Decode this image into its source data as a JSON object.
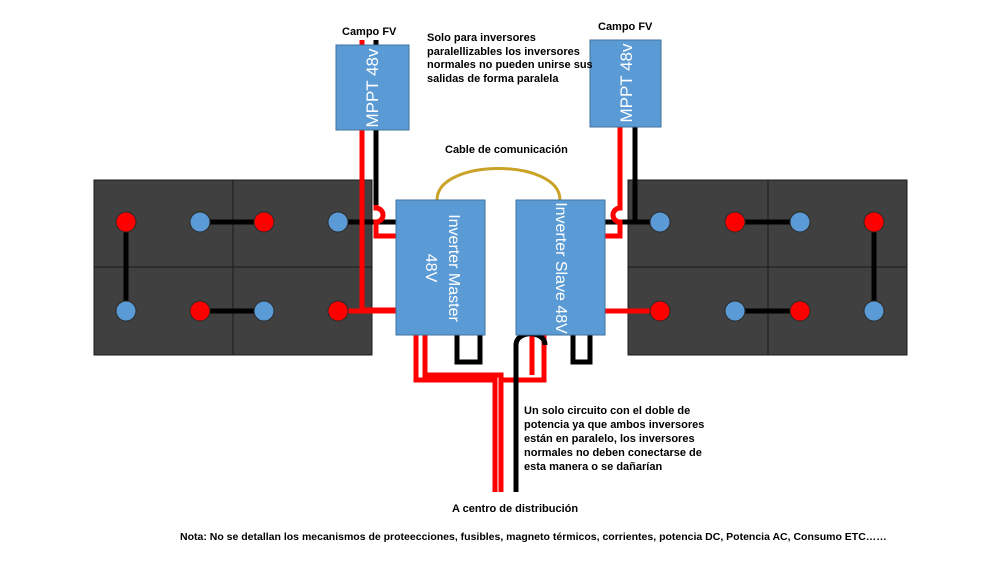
{
  "labels": {
    "campo_left": "Campo FV",
    "campo_right": "Campo FV",
    "note_top": [
      "Solo para inversores",
      "paralellizables los inversores",
      "normales no pueden unirse sus",
      "salidas de forma paralela"
    ],
    "comm_cable": "Cable de comunicación",
    "note_middle": [
      "Un solo circuito con el doble de",
      "potencia ya  que ambos inversores",
      "están en paralelo, los inversores",
      "normales no deben conectarse de",
      "esta manera o se dañarían"
    ],
    "distribution": "A centro de distribución",
    "footer": "Nota: No se detallan los mecanismos de proteecciones, fusibles, magneto térmicos, corrientes, potencia DC, Potencia AC, Consumo ETC……"
  },
  "devices": {
    "mppt_left": "MPPT 48v",
    "mppt_right": "MPPT 48v",
    "inverter_master": [
      "Inverter Master",
      "48V"
    ],
    "inverter_slave": "Inverter Slave 48V"
  },
  "colors": {
    "battery": "#404040",
    "device": "#5b9bd5",
    "positive": "#ff0000",
    "negative": "#5b9bd5",
    "wire_red": "#ff0000",
    "wire_black": "#000000",
    "comm": "#c9a227"
  }
}
